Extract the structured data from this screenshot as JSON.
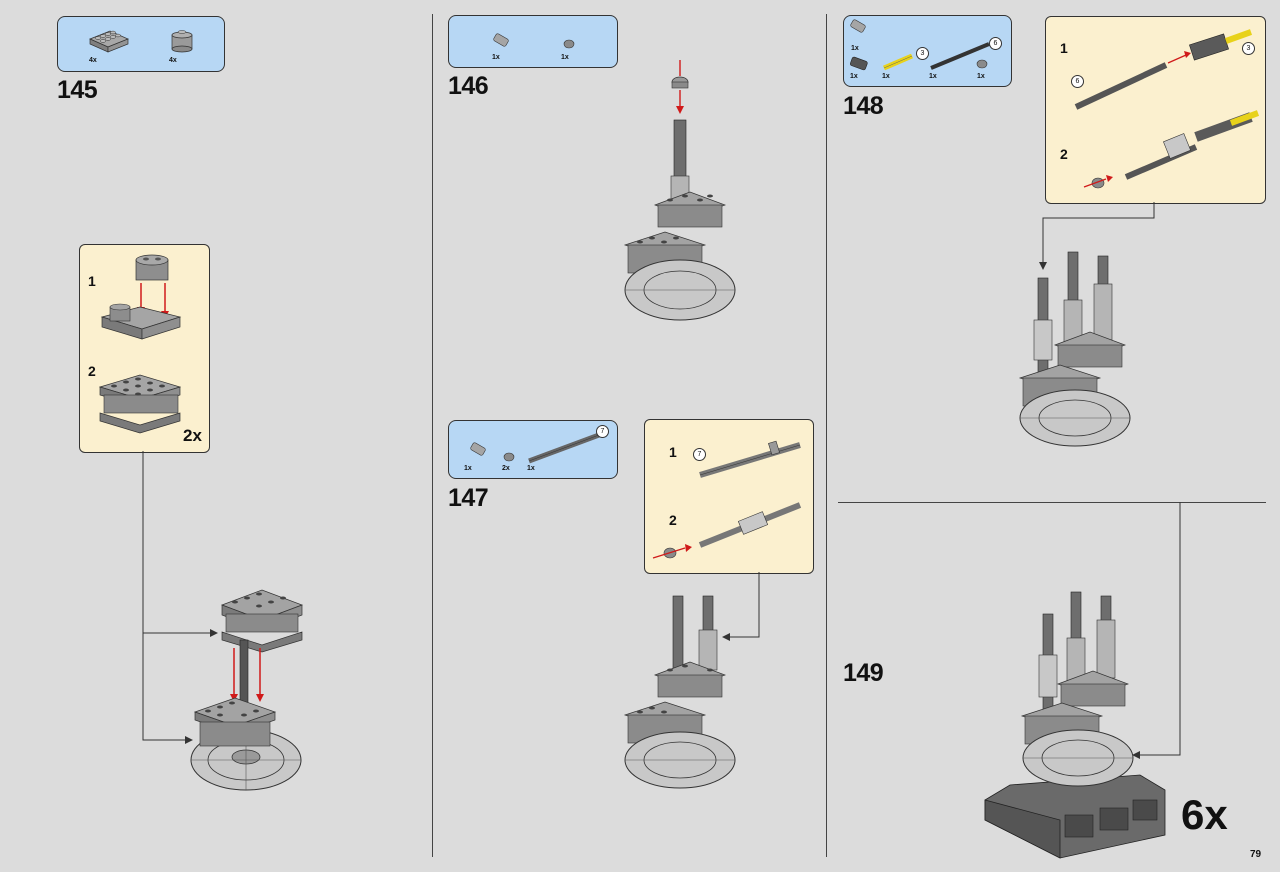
{
  "page_number": "79",
  "steps": {
    "s145": {
      "number": "145",
      "parts": [
        {
          "qty": "4x",
          "icon": "plate-2x4-icon"
        },
        {
          "qty": "4x",
          "icon": "round-brick-2x2-icon"
        }
      ],
      "sub": [
        {
          "label": "1"
        },
        {
          "label": "2"
        }
      ],
      "multiplier": "2x"
    },
    "s146": {
      "number": "146",
      "parts": [
        {
          "qty": "1x",
          "icon": "bush-connector-icon"
        },
        {
          "qty": "1x",
          "icon": "half-bush-icon"
        }
      ]
    },
    "s147": {
      "number": "147",
      "parts": [
        {
          "qty": "1x",
          "icon": "bush-connector-icon"
        },
        {
          "qty": "2x",
          "icon": "half-bush-icon"
        },
        {
          "qty": "1x",
          "icon": "axle-7-icon",
          "badge": "7"
        }
      ],
      "sub": [
        {
          "label": "1",
          "badge": "7"
        },
        {
          "label": "2"
        }
      ]
    },
    "s148": {
      "number": "148",
      "parts": [
        {
          "qty": "1x",
          "icon": "bush-connector-icon"
        },
        {
          "qty": "1x",
          "icon": "dark-connector-icon"
        },
        {
          "qty": "1x",
          "icon": "yellow-axle-3-icon",
          "badge": "3"
        },
        {
          "qty": "1x",
          "icon": "axle-6-icon",
          "badge": "6"
        },
        {
          "qty": "1x",
          "icon": "half-bush-icon"
        }
      ],
      "sub": [
        {
          "label": "1",
          "badge_a": "6",
          "badge_b": "3"
        },
        {
          "label": "2"
        }
      ]
    },
    "s149": {
      "number": "149",
      "repeat": "6x"
    }
  },
  "colors": {
    "background": "#dcdcdc",
    "parts_box": "#b7d7f4",
    "sub_box": "#fbf0cf",
    "arrow": "#d01a1a",
    "brick": "#8c8c8c"
  }
}
